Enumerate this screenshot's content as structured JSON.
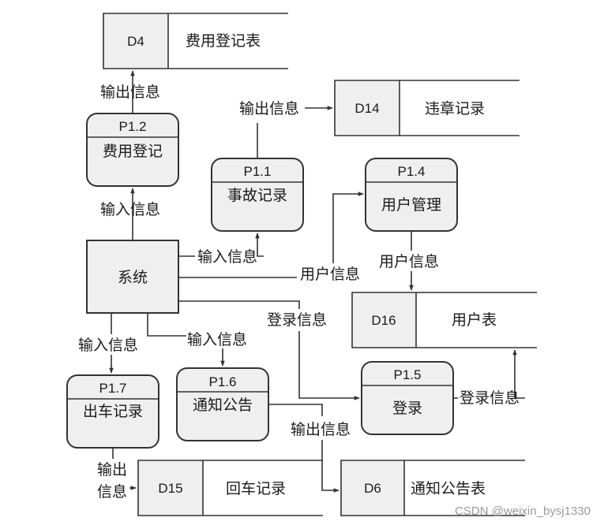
{
  "processes": [
    {
      "id": "P1.2",
      "name": "费用登记"
    },
    {
      "id": "P1.1",
      "name": "事故记录"
    },
    {
      "id": "P1.4",
      "name": "用户管理"
    },
    {
      "id": "P1.7",
      "name": "出车记录"
    },
    {
      "id": "P1.6",
      "name": "通知公告"
    },
    {
      "id": "P1.5",
      "name": "登录"
    }
  ],
  "entity": {
    "name": "系统"
  },
  "stores": [
    {
      "id": "D4",
      "name": "费用登记表"
    },
    {
      "id": "D14",
      "name": "违章记录"
    },
    {
      "id": "D16",
      "name": "用户表"
    },
    {
      "id": "D15",
      "name": "回车记录"
    },
    {
      "id": "D6",
      "name": "通知公告表"
    }
  ],
  "flows": {
    "p12_to_d4": "输出信息",
    "sys_to_p12": "输入信息",
    "p11_to_d14": "输出信息",
    "sys_to_p11": "输入信息",
    "sys_to_p14": "用户信息",
    "p14_to_d16": "用户信息",
    "sys_to_p15": "登录信息",
    "p15_to_d16": "登录信息",
    "sys_to_p17": "输入信息",
    "sys_to_p16": "输入信息",
    "p16_to_d6": "输出信息",
    "p17_to_d15_line1": "输出",
    "p17_to_d15_line2": "信息"
  },
  "watermark": "CSDN @weixin_bysj1330"
}
